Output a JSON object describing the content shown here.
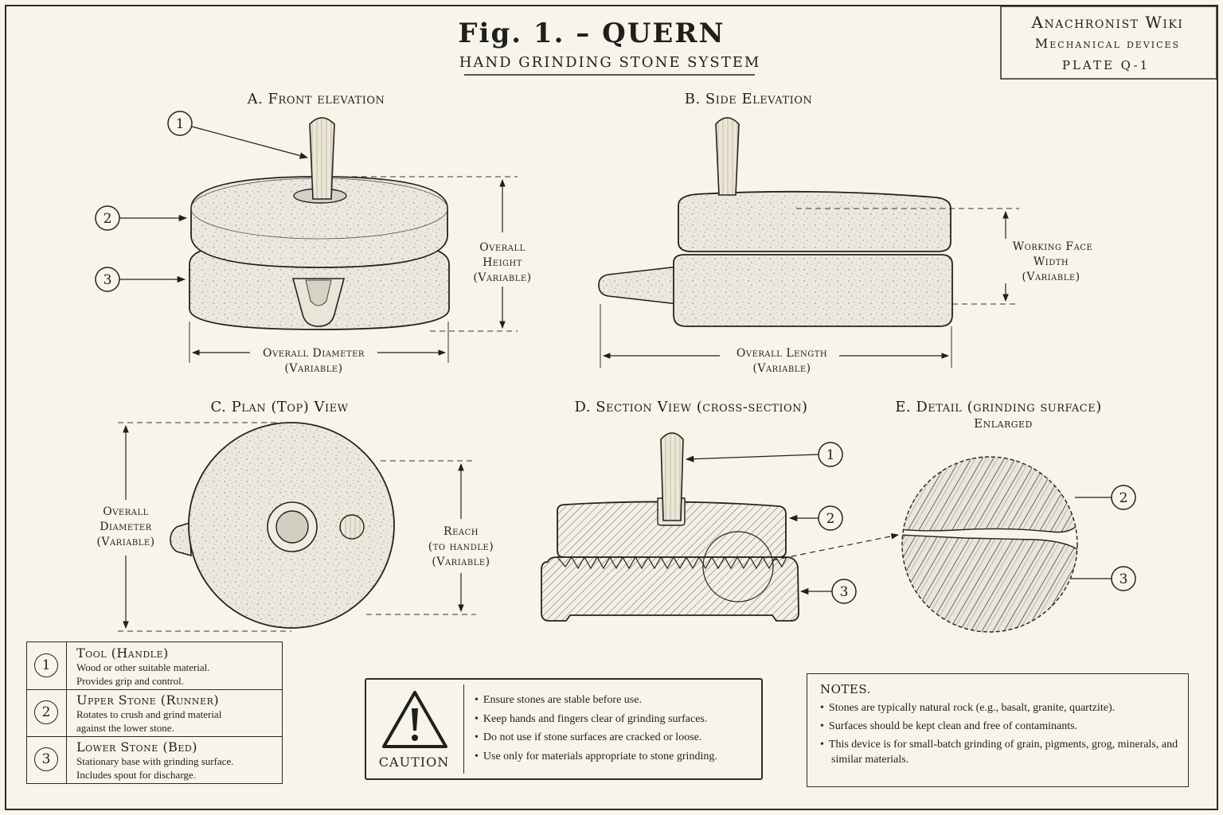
{
  "figure": {
    "title": "Fig. 1. – QUERN",
    "subtitle": "HAND GRINDING STONE SYSTEM"
  },
  "plate_box": {
    "line1": "Anachronist Wiki",
    "line2": "Mechanical devices",
    "line3": "PLATE Q-1"
  },
  "views": {
    "front": {
      "heading": "A. Front elevation",
      "height_dim": [
        "Overall",
        "Height",
        "(Variable)"
      ],
      "diameter_dim": [
        "Overall Diameter",
        "(Variable)"
      ]
    },
    "side": {
      "heading": "B. Side Elevation",
      "width_dim": [
        "Working Face",
        "Width",
        "(Variable)"
      ],
      "length_dim": [
        "Overall Length",
        "(Variable)"
      ]
    },
    "plan": {
      "heading": "C. Plan (Top) View",
      "diameter_dim": [
        "Overall",
        "Diameter",
        "(Variable)"
      ],
      "reach_dim": [
        "Reach",
        "(to handle)",
        "(Variable)"
      ]
    },
    "section": {
      "heading": "D. Section View (cross-section)"
    },
    "detail": {
      "heading": "E. Detail (grinding surface)",
      "subheading": "Enlarged"
    }
  },
  "callouts": [
    "1",
    "2",
    "3"
  ],
  "legend": [
    {
      "num": "1",
      "title": "Tool (Handle)",
      "desc": [
        "Wood or other suitable material.",
        "Provides grip and control."
      ]
    },
    {
      "num": "2",
      "title": "Upper Stone (Runner)",
      "desc": [
        "Rotates to crush and grind material",
        "against the lower stone."
      ]
    },
    {
      "num": "3",
      "title": "Lower Stone (Bed)",
      "desc": [
        "Stationary base with grinding surface.",
        "Includes spout for discharge."
      ]
    }
  ],
  "caution": {
    "label": "CAUTION",
    "icon": "warning-triangle-icon",
    "items": [
      "Ensure stones are stable before use.",
      "Keep hands and fingers clear of grinding surfaces.",
      "Do not use if stone surfaces are cracked or loose.",
      "Use only for materials appropriate to stone grinding."
    ]
  },
  "notes": {
    "title": "NOTES.",
    "items": [
      "Stones are typically natural rock (e.g., basalt, granite, quartzite).",
      "Surfaces should be kept clean and free of contaminants.",
      "This device is for small-batch grinding of grain, pigments, grog, minerals, and similar materials."
    ]
  },
  "colors": {
    "paper": "#f7f4ea",
    "ink": "#1f1f1f",
    "stone": "#ebe7dc",
    "wood": "#ece6d6"
  }
}
